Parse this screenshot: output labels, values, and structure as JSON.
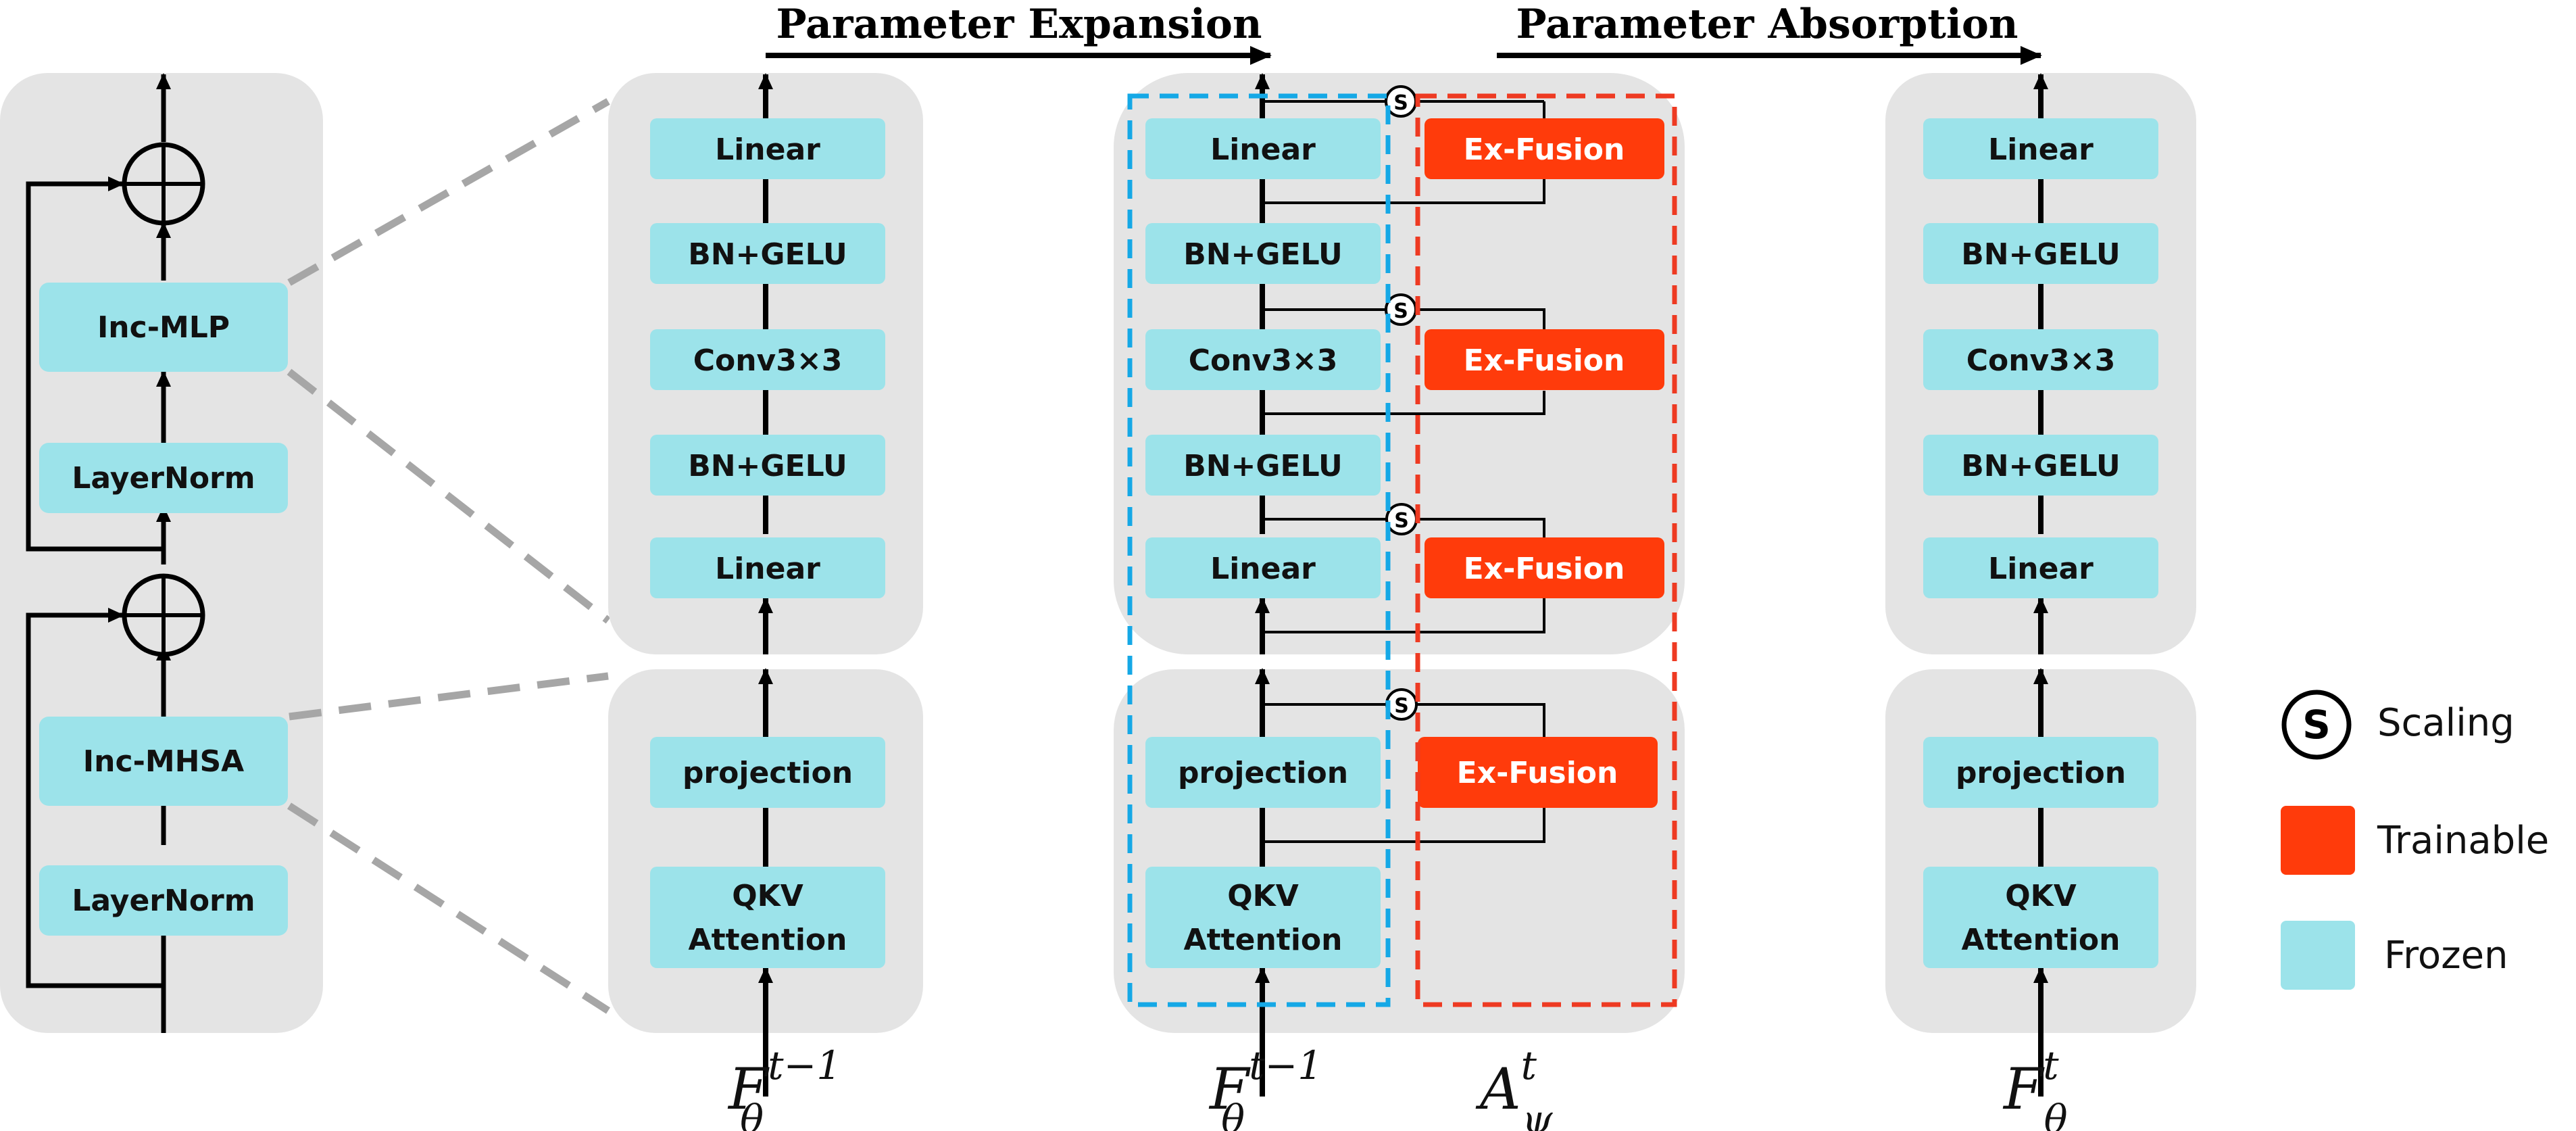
{
  "headers": {
    "expansion": "Parameter Expansion",
    "absorption": "Parameter Absorption"
  },
  "encoder": {
    "mlp": "Inc-MLP",
    "mhsa": "Inc-MHSA",
    "norm_top": "LayerNorm",
    "norm_bottom": "LayerNorm"
  },
  "blocks": {
    "linear": "Linear",
    "bn_gelu": "BN+GELU",
    "conv": "Conv3×3",
    "projection": "projection",
    "qkv_line1": "QKV",
    "qkv_line2": "Attention"
  },
  "adapter": {
    "ex_fusion": "Ex-Fusion",
    "scaling_symbol": "S"
  },
  "legend": {
    "scaling": "Scaling",
    "trainable": "Trainable",
    "frozen": "Frozen"
  },
  "labels": {
    "prev_base": "F",
    "prev_sub": "θ",
    "prev_sup": "t−1",
    "adapter_base": "A",
    "adapter_sub": "ψ",
    "adapter_sup": "t",
    "cur_base": "F",
    "cur_sub": "θ",
    "cur_sup": "t"
  },
  "colors": {
    "frozen": "#9ce3ea",
    "trainable": "#ff3b0b",
    "panel": "#e4e4e4",
    "frozen_box": "#15a8e6",
    "trainable_box": "#ee3a22"
  }
}
